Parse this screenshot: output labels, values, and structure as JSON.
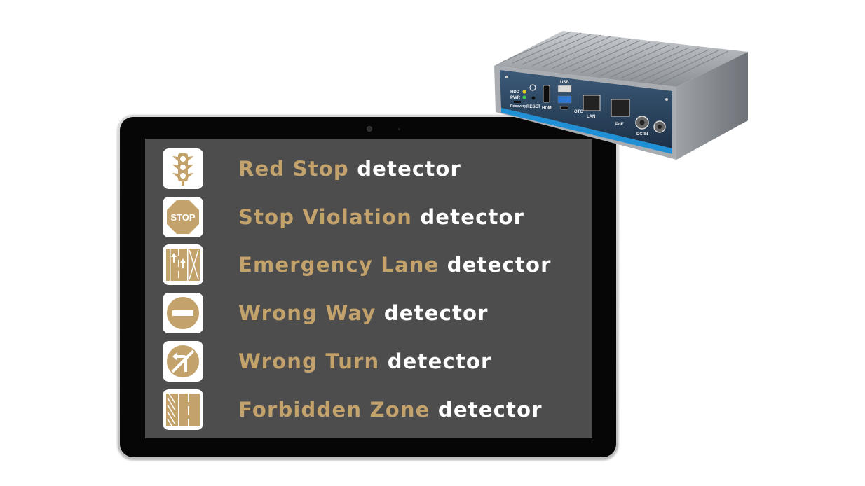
{
  "colors": {
    "accent": "#c3a26c",
    "screen_background": "#4d4d4d",
    "tile_background": "#ffffff",
    "chassis_accent": "#1f8fd6"
  },
  "mini_pc": {
    "port_labels": {
      "hdd": "HDD",
      "pwr": "PWR",
      "recovery": "Recovery",
      "reset": "RESET",
      "hdmi": "HDMI",
      "usb": "USB",
      "otg": "OTG",
      "lan": "LAN",
      "poe": "PoE",
      "dc_in": "DC IN"
    }
  },
  "detectors": [
    {
      "icon": "traffic-light-icon",
      "highlight": "Red Stop",
      "suffix": "detector"
    },
    {
      "icon": "stop-sign-icon",
      "icon_text": "STOP",
      "highlight": "Stop Violation",
      "suffix": "detector"
    },
    {
      "icon": "emergency-lane-icon",
      "highlight": "Emergency Lane",
      "suffix": "detector"
    },
    {
      "icon": "no-entry-icon",
      "highlight": "Wrong Way",
      "suffix": "detector"
    },
    {
      "icon": "no-turn-icon",
      "highlight": "Wrong Turn",
      "suffix": "detector"
    },
    {
      "icon": "forbidden-zone-icon",
      "highlight": "Forbidden Zone",
      "suffix": "detector"
    }
  ]
}
